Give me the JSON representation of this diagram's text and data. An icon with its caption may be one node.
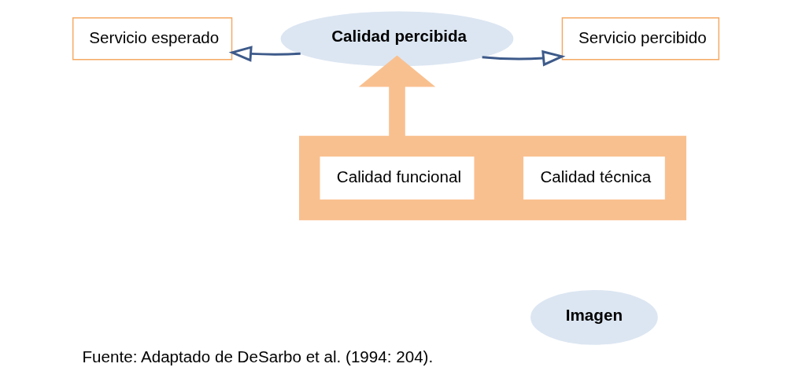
{
  "diagram": {
    "caption": "Fuente: Adaptado de DeSarbo et al. (1994: 204).",
    "nodes": [
      {
        "text": [
          "Calidad percibida"
        ]
      },
      {
        "text": [
          "Servicio esperado"
        ]
      },
      {
        "text": [
          "Servicio percibido"
        ]
      },
      {
        "text": [],
        "shape": "box"
      },
      {
        "text": [
          "Calidad técnica"
        ],
        "in": 3
      },
      {
        "text": [
          "Calidad funcional"
        ],
        "in": 3
      },
      {
        "text": [
          "Imagen"
        ]
      }
    ],
    "edges": [
      {
        "from": 0,
        "to": 1,
        "arrow": "to"
      },
      {
        "from": 0,
        "to": 2,
        "arrow": "to"
      },
      {
        "from": 3,
        "to": 0,
        "arrow": "to",
        "style": "thick",
        "color": "#f9c08f"
      }
    ]
  }
}
